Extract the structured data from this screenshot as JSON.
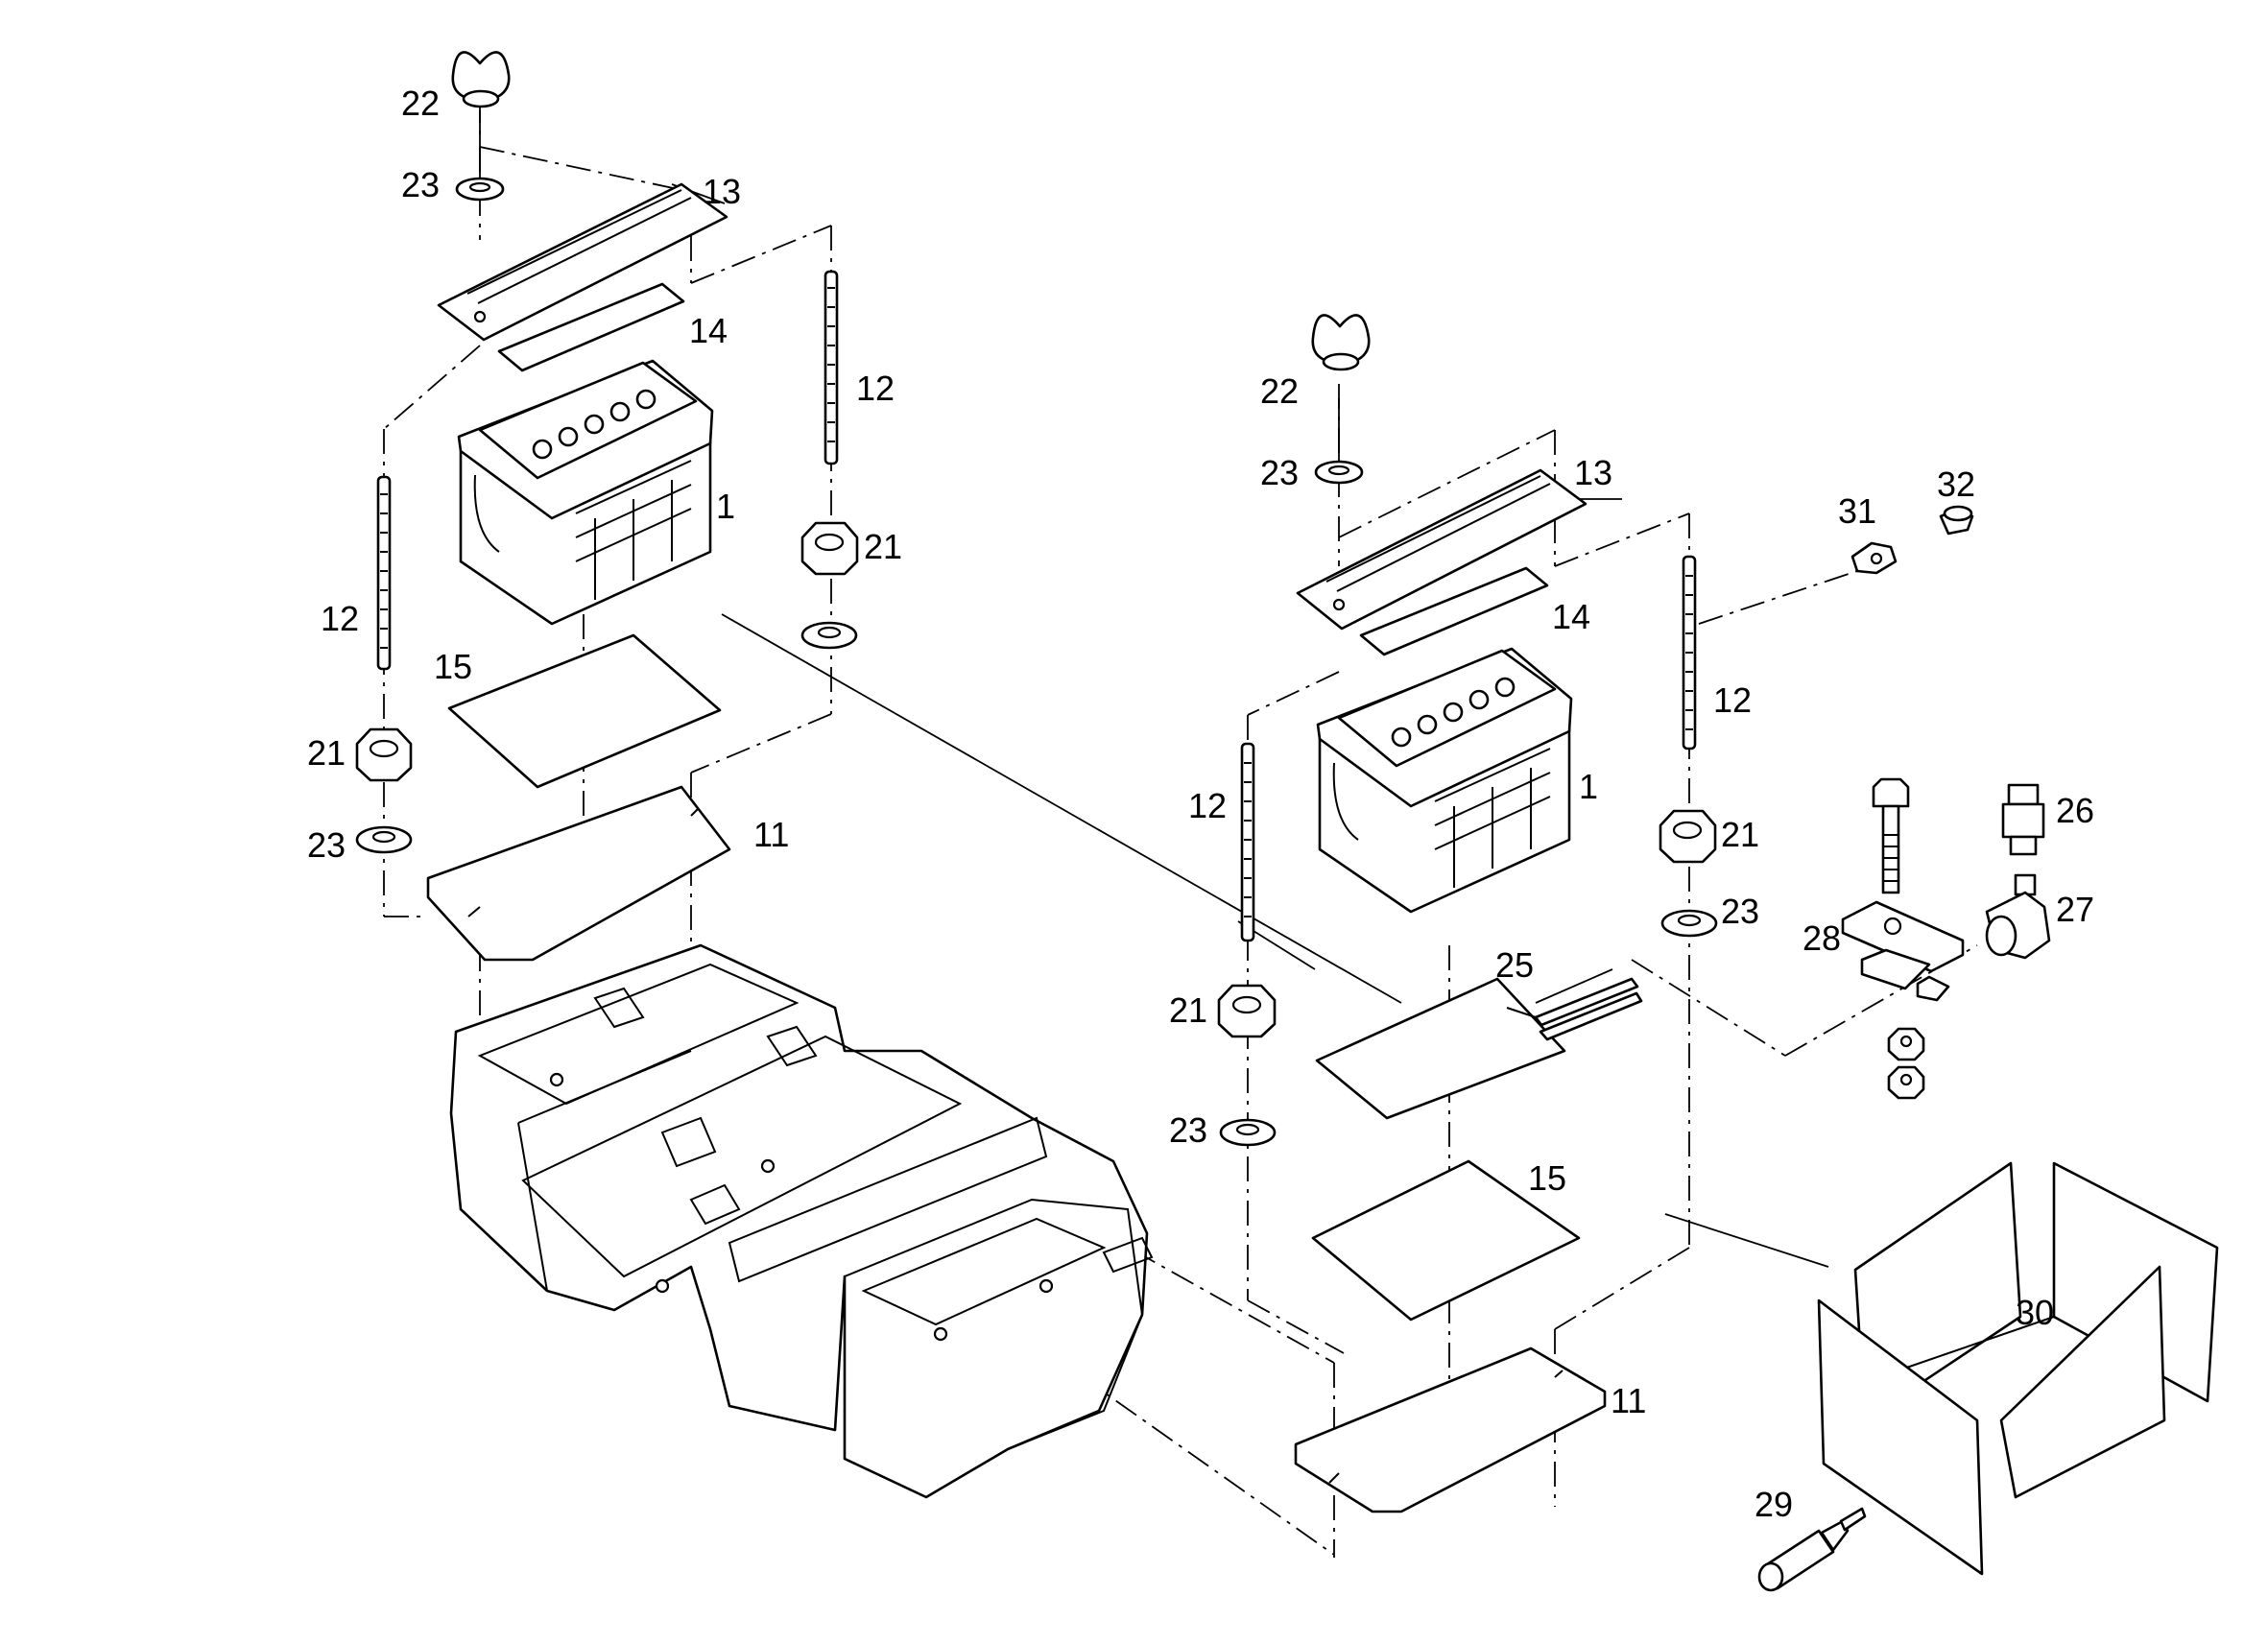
{
  "callouts": {
    "a22": "22",
    "a23": "23",
    "a13": "13",
    "a14": "14",
    "a12r": "12",
    "a1": "1",
    "a21r": "21",
    "a12l": "12",
    "a15": "15",
    "a21l": "21",
    "a23l": "23",
    "a11": "11",
    "b22": "22",
    "b23": "23",
    "b13": "13",
    "b14": "14",
    "b12r": "12",
    "b1": "1",
    "b12l": "12",
    "b21r": "21",
    "b23r": "23",
    "b25": "25",
    "b21l": "21",
    "b23l": "23",
    "b15": "15",
    "b11": "11",
    "p31": "31",
    "p32": "32",
    "p26": "26",
    "p27": "27",
    "p28": "28",
    "p29": "29",
    "p30": "30"
  },
  "icons": [
    "wing-nut-icon",
    "battery-icon",
    "washer-icon",
    "hex-nut-icon",
    "threaded-rod-icon",
    "insulation-box-icon",
    "grease-tube-icon"
  ]
}
